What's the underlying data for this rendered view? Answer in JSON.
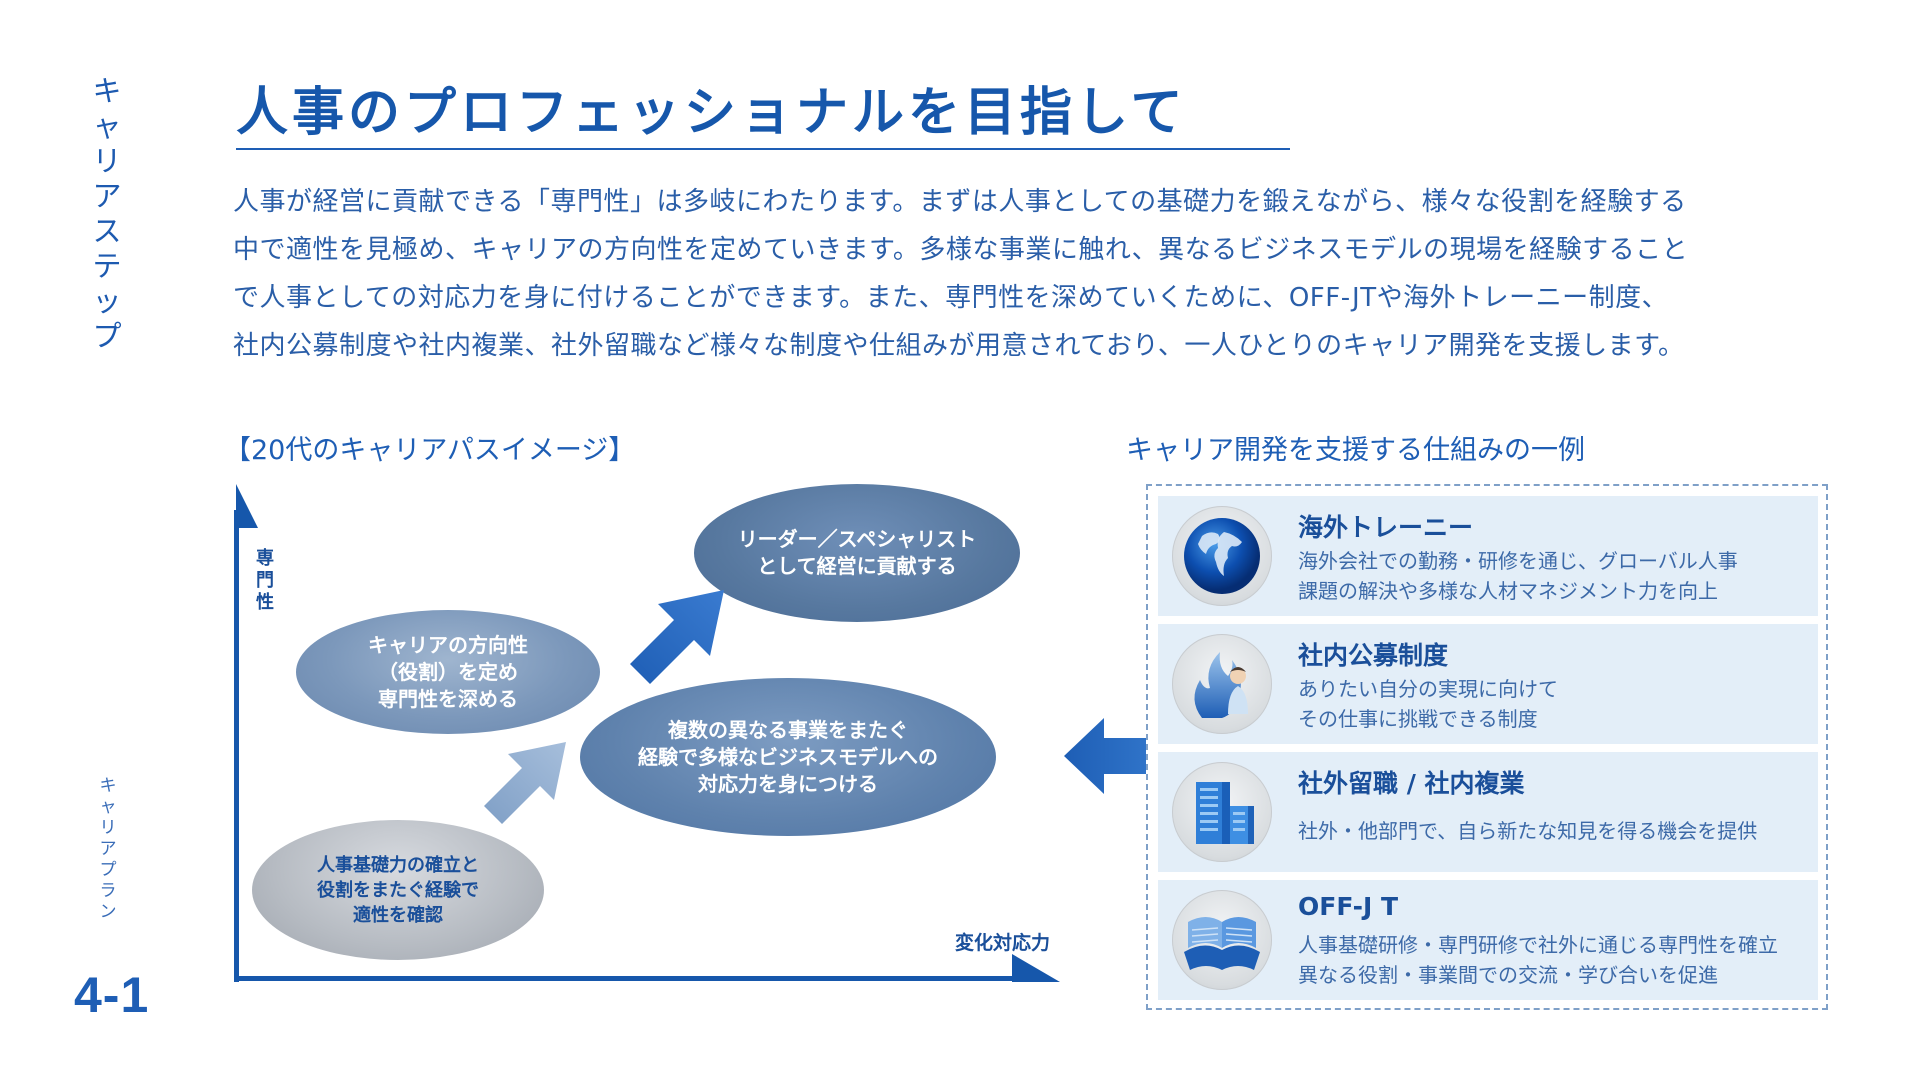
{
  "sidebar": {
    "vertical_title_chars": [
      "キ",
      "ャ",
      "リ",
      "ア",
      "ス",
      "テ",
      "ッ",
      "プ"
    ],
    "section_chars": [
      "キ",
      "ャ",
      "リ",
      "ア",
      "プ",
      "ラ",
      "ン"
    ],
    "page_number": "4-1"
  },
  "header": {
    "title": "人事のプロフェッショナルを目指して"
  },
  "intro_lines": [
    "人事が経営に貢献できる「専門性」は多岐にわたります。まずは人事としての基礎力を鍛えながら、様々な役割を経験する",
    "中で適性を見極め、キャリアの方向性を定めていきます。多様な事業に触れ、異なるビジネスモデルの現場を経験すること",
    "で人事としての対応力を身に付けることができます。また、専門性を深めていくために、OFF-JTや海外トレーニー制度、",
    "社内公募制度や社内複業、社外留職など様々な制度や仕組みが用意されており、一人ひとりのキャリア開発を支援します。"
  ],
  "career_path": {
    "heading": "【20代のキャリアパスイメージ】",
    "y_axis_chars": [
      "専",
      "門",
      "性"
    ],
    "x_axis_label": "変化対応力",
    "stages": [
      {
        "lines": [
          "人事基礎力の確立と",
          "役割をまたぐ経験で",
          "適性を確認"
        ]
      },
      {
        "lines": [
          "キャリアの方向性",
          "（役割）を定め",
          "専門性を深める"
        ]
      },
      {
        "lines": [
          "複数の異なる事業をまたぐ",
          "経験で多様なビジネスモデルへの",
          "対応力を身につける"
        ]
      },
      {
        "lines": [
          "リーダー／スペシャリスト",
          "として経営に貢献する"
        ]
      }
    ]
  },
  "support": {
    "heading": "キャリア開発を支援する仕組みの一例",
    "items": [
      {
        "title": "海外トレーニー",
        "icon": "globe-icon",
        "lines": [
          "海外会社での勤務・研修を通じ、グローバル人事",
          "課題の解決や多様な人材マネジメント力を向上"
        ]
      },
      {
        "title": "社内公募制度",
        "icon": "person-flame-icon",
        "lines": [
          "ありたい自分の実現に向けて",
          "その仕事に挑戦できる制度"
        ]
      },
      {
        "title": "社外留職 / 社内複業",
        "icon": "buildings-icon",
        "lines": [
          "社外・他部門で、自ら新たな知見を得る機会を提供"
        ]
      },
      {
        "title": "OFF-J T",
        "icon": "open-book-icon",
        "lines": [
          "人事基礎研修・専門研修で社外に通じる専門性を確立",
          "異なる役割・事業間での交流・学び合いを促進"
        ]
      }
    ]
  },
  "colors": {
    "primary": "#1657ab",
    "accent_light": "#e3eef8"
  }
}
